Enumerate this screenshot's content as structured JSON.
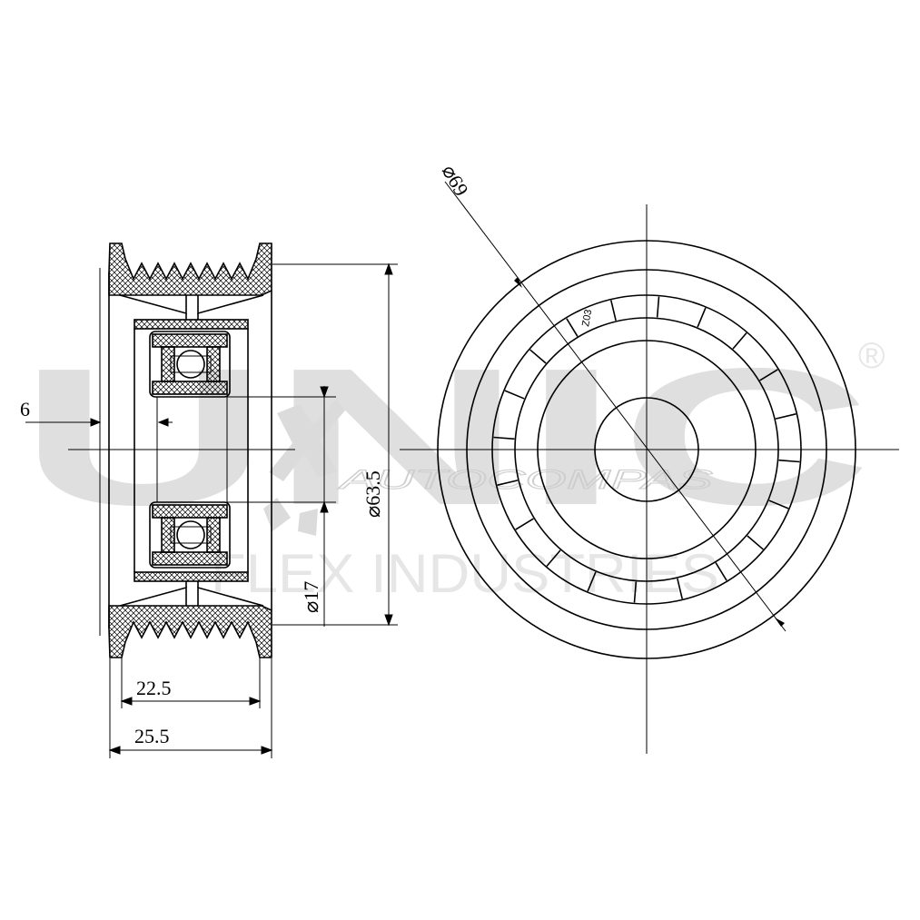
{
  "drawing": {
    "dimensions": {
      "groove_offset": "6",
      "outer_diameter_label": "⌀63.5",
      "bore_diameter_label": "⌀17",
      "groove_width": "22.5",
      "total_width": "25.5",
      "flange_diameter_label": "⌀69"
    },
    "bearing_code": "Z03",
    "watermark": {
      "brand": "UNIC",
      "tagline": "AUTOCOMPAS",
      "company": "FLEX INDUSTRIES",
      "registered": "®"
    }
  },
  "colors": {
    "line": "#000000",
    "watermark": "#dcdcdc"
  }
}
